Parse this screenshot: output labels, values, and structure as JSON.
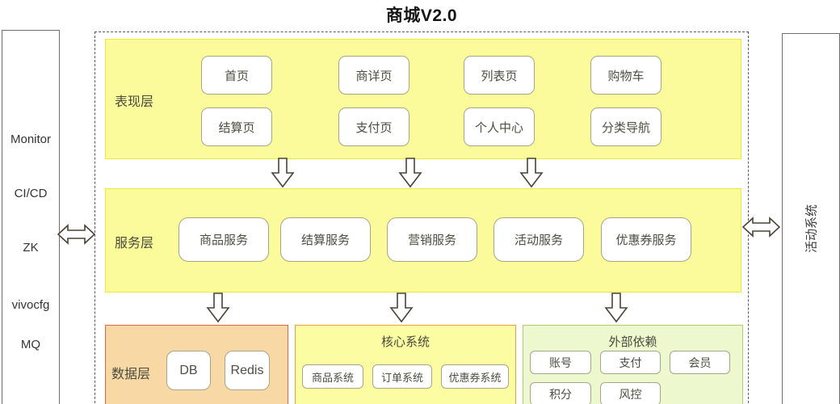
{
  "title": "商城V2.0",
  "left_panel": {
    "items": [
      "Monitor",
      "CI/CD",
      "ZK",
      "vivocfg",
      "MQ"
    ]
  },
  "right_panel": {
    "label": "活动系统"
  },
  "presentation_layer": {
    "label": "表现层",
    "row1": [
      "首页",
      "商详页",
      "列表页",
      "购物车"
    ],
    "row2": [
      "结算页",
      "支付页",
      "个人中心",
      "分类导航"
    ]
  },
  "service_layer": {
    "label": "服务层",
    "services": [
      "商品服务",
      "结算服务",
      "营销服务",
      "活动服务",
      "优惠券服务"
    ]
  },
  "data_layer": {
    "label": "数据层",
    "stores": [
      "DB",
      "Redis"
    ]
  },
  "core_systems": {
    "title": "核心系统",
    "systems": [
      "商品系统",
      "订单系统",
      "优惠券系统"
    ]
  },
  "external_deps": {
    "title": "外部依赖",
    "row1": [
      "账号",
      "支付",
      "会员"
    ],
    "row2": [
      "积分",
      "风控"
    ]
  },
  "colors": {
    "layer_fill": "#FBFB9B",
    "layer_border": "#E9E93E",
    "data_fill": "#F8D9A6",
    "data_border": "#DF6849",
    "core_fill": "#FCFCA2",
    "core_border": "#E6A33C",
    "external_fill": "#EDF8CF",
    "external_border": "#ABCF6B",
    "node_border": "#A6A687"
  }
}
